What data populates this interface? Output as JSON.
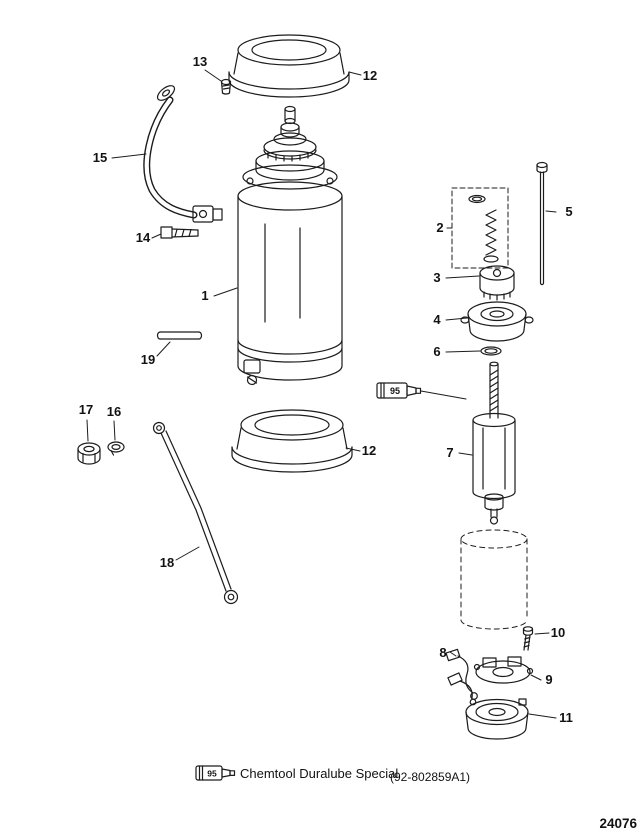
{
  "figure": {
    "description_hidden_from_view": "",
    "callouts": {
      "c1": "1",
      "c2": "2",
      "c3": "3",
      "c4": "4",
      "c5": "5",
      "c6": "6",
      "c7": "7",
      "c8": "8",
      "c9": "9",
      "c10": "10",
      "c11": "11",
      "c12_top": "12",
      "c12_bottom": "12",
      "c13": "13",
      "c14": "14",
      "c15": "15",
      "c16": "16",
      "c17": "17",
      "c18": "18",
      "c19": "19"
    },
    "lube_point_code": "95",
    "legend": {
      "code": "95",
      "name": "Chemtool Duralube Special",
      "part_number": "(92-802859A1)"
    },
    "drawing_number": "24076"
  }
}
